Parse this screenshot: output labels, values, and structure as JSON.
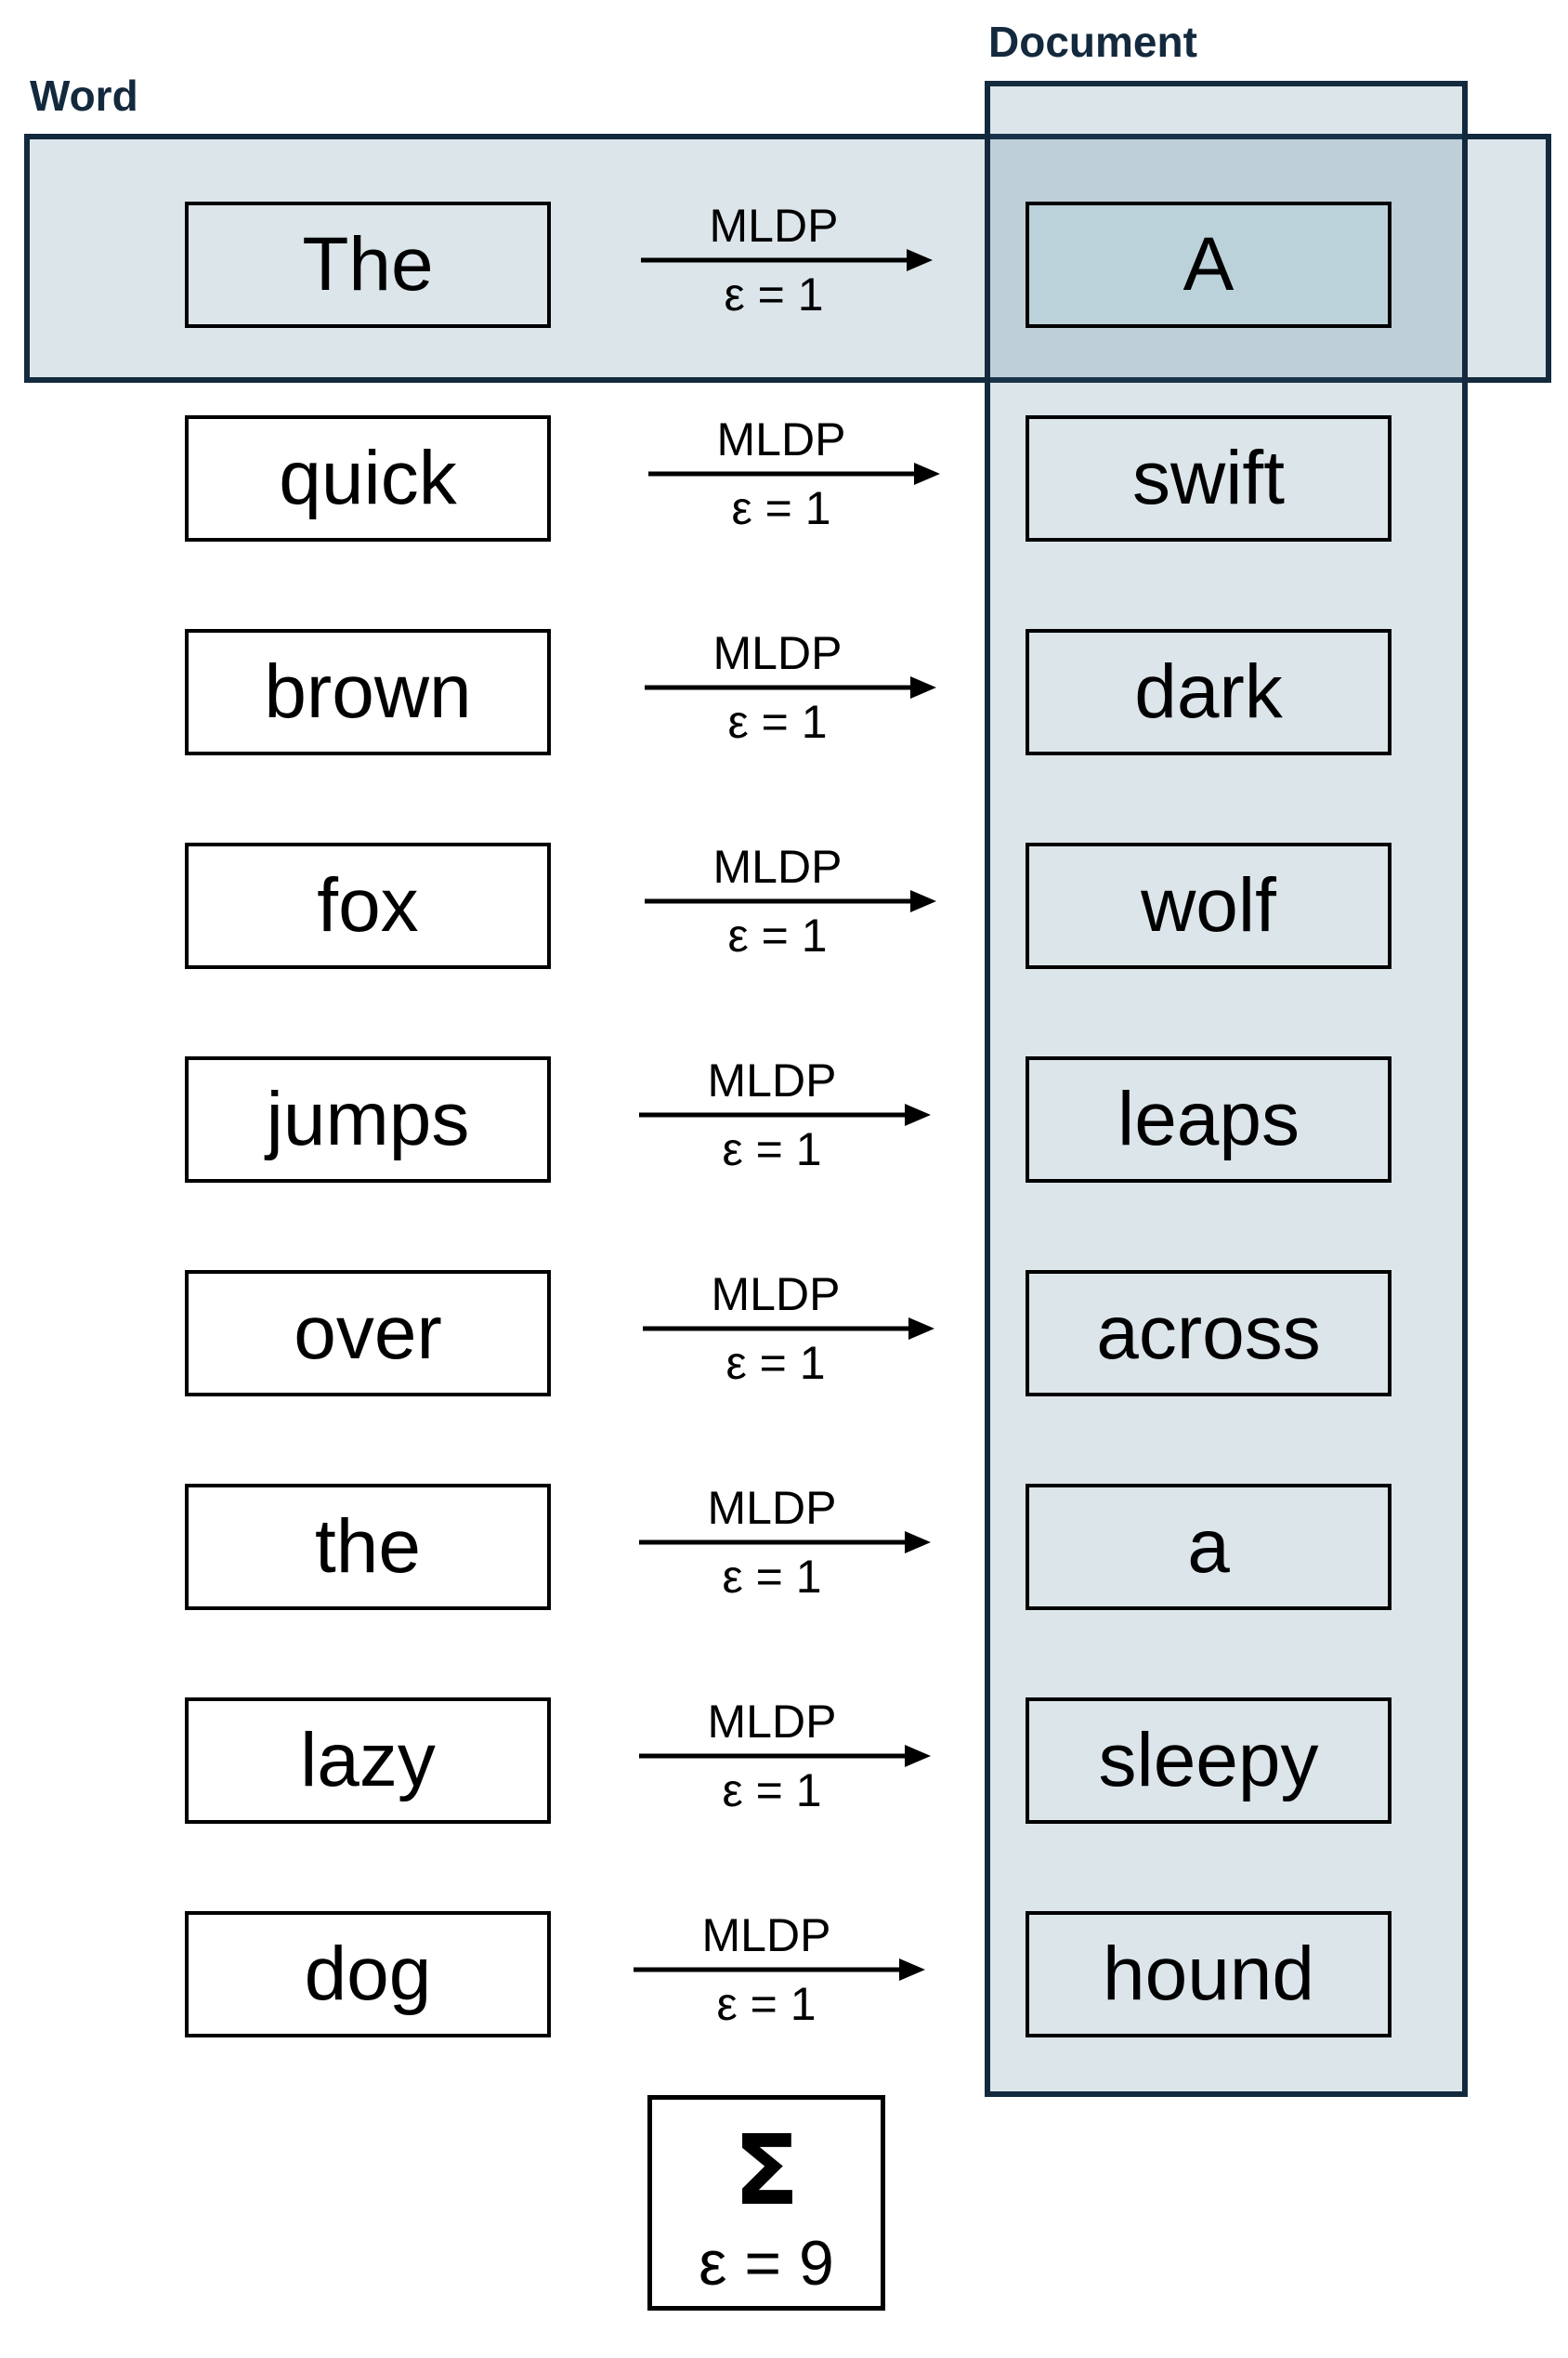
{
  "labels": {
    "word_header": "Word",
    "document_header": "Document"
  },
  "rows": [
    {
      "source": "The",
      "mechanism": "MLDP",
      "epsilon": "ε = 1",
      "output": "A"
    },
    {
      "source": "quick",
      "mechanism": "MLDP",
      "epsilon": "ε = 1",
      "output": "swift"
    },
    {
      "source": "brown",
      "mechanism": "MLDP",
      "epsilon": "ε = 1",
      "output": "dark"
    },
    {
      "source": "fox",
      "mechanism": "MLDP",
      "epsilon": "ε = 1",
      "output": "wolf"
    },
    {
      "source": "jumps",
      "mechanism": "MLDP",
      "epsilon": "ε = 1",
      "output": "leaps"
    },
    {
      "source": "over",
      "mechanism": "MLDP",
      "epsilon": "ε = 1",
      "output": "across"
    },
    {
      "source": "the",
      "mechanism": "MLDP",
      "epsilon": "ε = 1",
      "output": "a"
    },
    {
      "source": "lazy",
      "mechanism": "MLDP",
      "epsilon": "ε = 1",
      "output": "sleepy"
    },
    {
      "source": "dog",
      "mechanism": "MLDP",
      "epsilon": "ε = 1",
      "output": "hound"
    }
  ],
  "total": {
    "symbol": "Σ",
    "epsilon": "ε = 9"
  },
  "colors": {
    "frame": "#13293d",
    "region_fill": "#dce7ec",
    "overlap_fill": "#bcd2db"
  }
}
